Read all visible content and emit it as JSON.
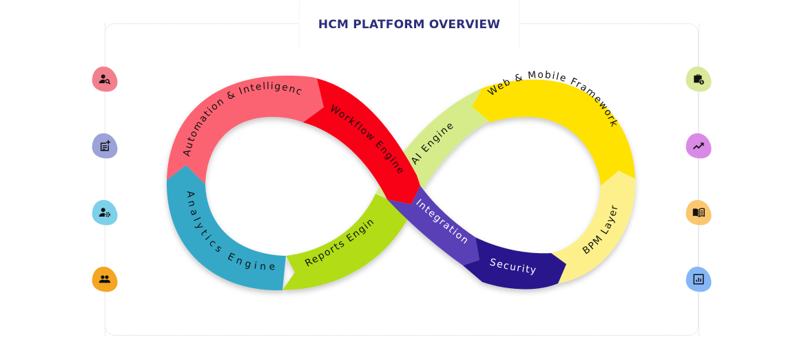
{
  "title": "HCM PLATFORM OVERVIEW",
  "left_icons": [
    {
      "name": "user-search-icon",
      "color": "#f17f8c"
    },
    {
      "name": "note-add-icon",
      "color": "#9ba3d8"
    },
    {
      "name": "user-settings-icon",
      "color": "#7dd0ea"
    },
    {
      "name": "group-icon",
      "color": "#f4a521"
    }
  ],
  "right_icons": [
    {
      "name": "briefcase-money-icon",
      "color": "#d9e89a"
    },
    {
      "name": "trending-up-icon",
      "color": "#d98ae6"
    },
    {
      "name": "open-book-icon",
      "color": "#fbc66f"
    },
    {
      "name": "analytics-chart-icon",
      "color": "#85b7f7"
    }
  ],
  "segments": [
    {
      "label": "Automation & Intelligence",
      "color": "#fb6373",
      "text_color": "#111111"
    },
    {
      "label": "Workflow Engine",
      "color": "#f80017",
      "text_color": "#111111"
    },
    {
      "label": "AI Engine",
      "color": "#d6ec8b",
      "text_color": "#111111"
    },
    {
      "label": "Web & Mobile Framework",
      "color": "#ffe200",
      "text_color": "#111111"
    },
    {
      "label": "BPM Layer",
      "color": "#fdf08a",
      "text_color": "#111111"
    },
    {
      "label": "Security",
      "color": "#2a148c",
      "text_color": "#ffffff"
    },
    {
      "label": "Integration",
      "color": "#5a41b6",
      "text_color": "#ffffff"
    },
    {
      "label": "Reports Engine",
      "color": "#b2dc14",
      "text_color": "#111111"
    },
    {
      "label": "Analytics Engine",
      "color": "#34a8c8",
      "text_color": "#111111"
    }
  ]
}
